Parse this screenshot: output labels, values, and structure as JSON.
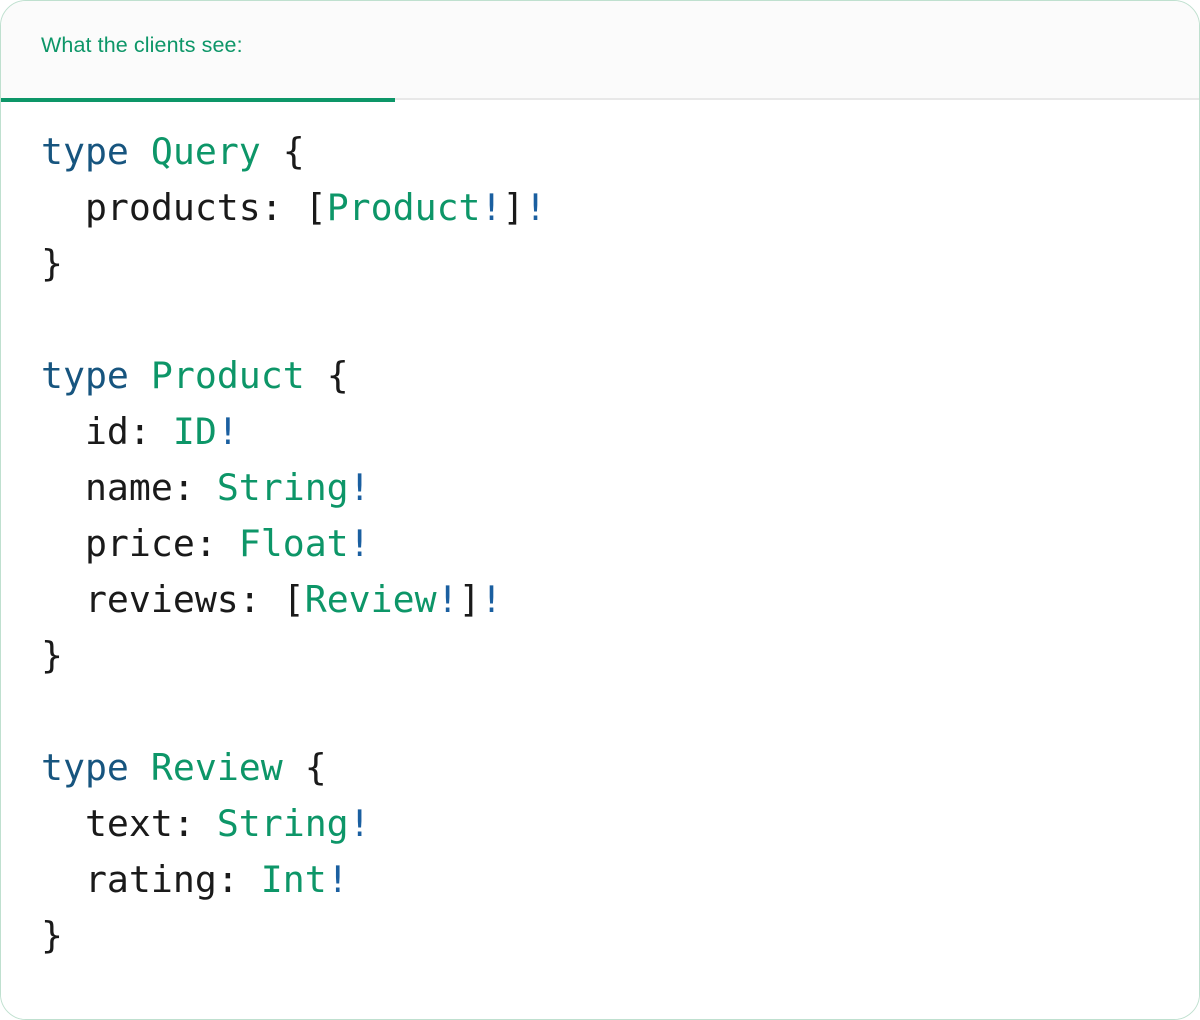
{
  "card": {
    "border_color": "#bfe0cf",
    "background": "#ffffff"
  },
  "header": {
    "background": "#fbfbfb",
    "accent_color": "#0d9668",
    "divider_color": "#e8e8e8",
    "tabs": [
      {
        "id": "clients-view",
        "label": "What the clients see:",
        "active": true,
        "underline_color": "#0d9668"
      }
    ]
  },
  "palette": {
    "keyword": "#17557f",
    "type_name": "#0d9668",
    "non_null": "#1a5fa0",
    "punctuation": "#1a1a1a",
    "field": "#1a1a1a"
  },
  "code": {
    "language": "graphql",
    "raw": "type Query {\n  products: [Product!]!\n}\n\ntype Product {\n  id: ID!\n  name: String!\n  price: Float!\n  reviews: [Review!]!\n}\n\ntype Review {\n  text: String!\n  rating: Int!\n}",
    "lines": [
      {
        "n": 1,
        "tokens": [
          {
            "t": "type",
            "c": "kw"
          },
          {
            "t": " ",
            "c": "plain"
          },
          {
            "t": "Query",
            "c": "type"
          },
          {
            "t": " ",
            "c": "plain"
          },
          {
            "t": "{",
            "c": "punct"
          }
        ]
      },
      {
        "n": 2,
        "tokens": [
          {
            "t": "  ",
            "c": "plain"
          },
          {
            "t": "products",
            "c": "field"
          },
          {
            "t": ": ",
            "c": "punct"
          },
          {
            "t": "[",
            "c": "punct"
          },
          {
            "t": "Product",
            "c": "type"
          },
          {
            "t": "!",
            "c": "bang"
          },
          {
            "t": "]",
            "c": "punct"
          },
          {
            "t": "!",
            "c": "bang"
          }
        ]
      },
      {
        "n": 3,
        "tokens": [
          {
            "t": "}",
            "c": "punct"
          }
        ]
      },
      {
        "n": 4,
        "tokens": []
      },
      {
        "n": 5,
        "tokens": [
          {
            "t": "type",
            "c": "kw"
          },
          {
            "t": " ",
            "c": "plain"
          },
          {
            "t": "Product",
            "c": "type"
          },
          {
            "t": " ",
            "c": "plain"
          },
          {
            "t": "{",
            "c": "punct"
          }
        ]
      },
      {
        "n": 6,
        "tokens": [
          {
            "t": "  ",
            "c": "plain"
          },
          {
            "t": "id",
            "c": "field"
          },
          {
            "t": ": ",
            "c": "punct"
          },
          {
            "t": "ID",
            "c": "type"
          },
          {
            "t": "!",
            "c": "bang"
          }
        ]
      },
      {
        "n": 7,
        "tokens": [
          {
            "t": "  ",
            "c": "plain"
          },
          {
            "t": "name",
            "c": "field"
          },
          {
            "t": ": ",
            "c": "punct"
          },
          {
            "t": "String",
            "c": "type"
          },
          {
            "t": "!",
            "c": "bang"
          }
        ]
      },
      {
        "n": 8,
        "tokens": [
          {
            "t": "  ",
            "c": "plain"
          },
          {
            "t": "price",
            "c": "field"
          },
          {
            "t": ": ",
            "c": "punct"
          },
          {
            "t": "Float",
            "c": "type"
          },
          {
            "t": "!",
            "c": "bang"
          }
        ]
      },
      {
        "n": 9,
        "tokens": [
          {
            "t": "  ",
            "c": "plain"
          },
          {
            "t": "reviews",
            "c": "field"
          },
          {
            "t": ": ",
            "c": "punct"
          },
          {
            "t": "[",
            "c": "punct"
          },
          {
            "t": "Review",
            "c": "type"
          },
          {
            "t": "!",
            "c": "bang"
          },
          {
            "t": "]",
            "c": "punct"
          },
          {
            "t": "!",
            "c": "bang"
          }
        ]
      },
      {
        "n": 10,
        "tokens": [
          {
            "t": "}",
            "c": "punct"
          }
        ]
      },
      {
        "n": 11,
        "tokens": []
      },
      {
        "n": 12,
        "tokens": [
          {
            "t": "type",
            "c": "kw"
          },
          {
            "t": " ",
            "c": "plain"
          },
          {
            "t": "Review",
            "c": "type"
          },
          {
            "t": " ",
            "c": "plain"
          },
          {
            "t": "{",
            "c": "punct"
          }
        ]
      },
      {
        "n": 13,
        "tokens": [
          {
            "t": "  ",
            "c": "plain"
          },
          {
            "t": "text",
            "c": "field"
          },
          {
            "t": ": ",
            "c": "punct"
          },
          {
            "t": "String",
            "c": "type"
          },
          {
            "t": "!",
            "c": "bang"
          }
        ]
      },
      {
        "n": 14,
        "tokens": [
          {
            "t": "  ",
            "c": "plain"
          },
          {
            "t": "rating",
            "c": "field"
          },
          {
            "t": ": ",
            "c": "punct"
          },
          {
            "t": "Int",
            "c": "type"
          },
          {
            "t": "!",
            "c": "bang"
          }
        ]
      },
      {
        "n": 15,
        "tokens": [
          {
            "t": "}",
            "c": "punct"
          }
        ]
      }
    ]
  }
}
